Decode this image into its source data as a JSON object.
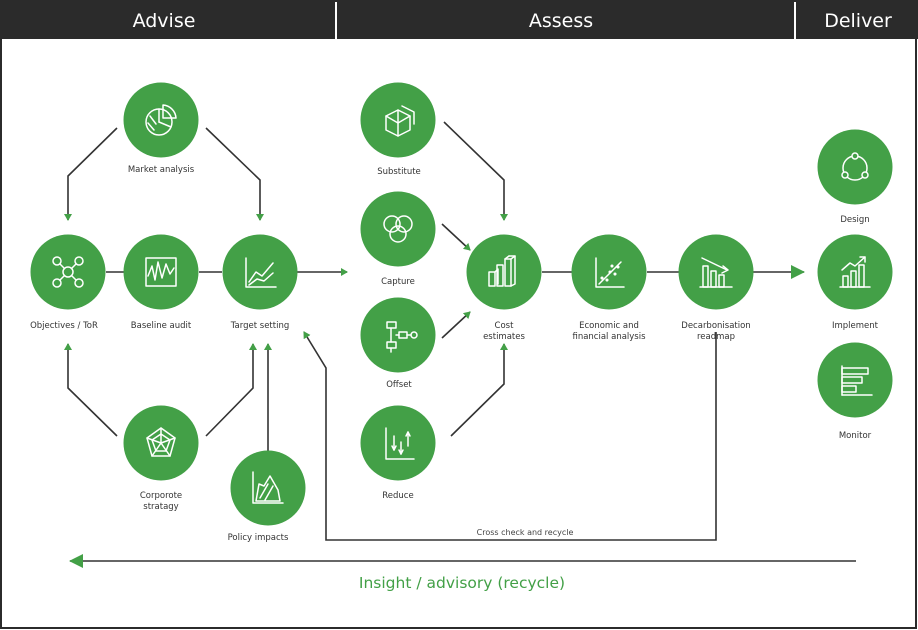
{
  "headers": {
    "advise": "Advise",
    "assess": "Assess",
    "deliver": "Deliver"
  },
  "nodes": {
    "market_analysis": "Market analysis",
    "objectives": "Objectives / ToR",
    "baseline_audit": "Baseline audit",
    "target_setting": "Target setting",
    "corporate_strategy_line1": "Corporote",
    "corporate_strategy_line2": "stratagy",
    "policy_impacts": "Policy impacts",
    "substitute": "Substitute",
    "capture": "Capture",
    "offset": "Offset",
    "reduce": "Reduce",
    "cost_estimates_line1": "Cost",
    "cost_estimates_line2": "estimates",
    "economic_line1": "Economic and",
    "economic_line2": "financial analysis",
    "decarbonisation_line1": "Decarbonisation",
    "decarbonisation_line2": "readmap",
    "design": "Design",
    "implement": "Implement",
    "monitor": "Monitor"
  },
  "cross_check_label": "Cross check and recycle",
  "insight_label": "Insight / advisory (recycle)",
  "colors": {
    "green": "#43a047",
    "dark": "#2b2b2b",
    "arrow": "#333333",
    "insight": "#43a047"
  }
}
